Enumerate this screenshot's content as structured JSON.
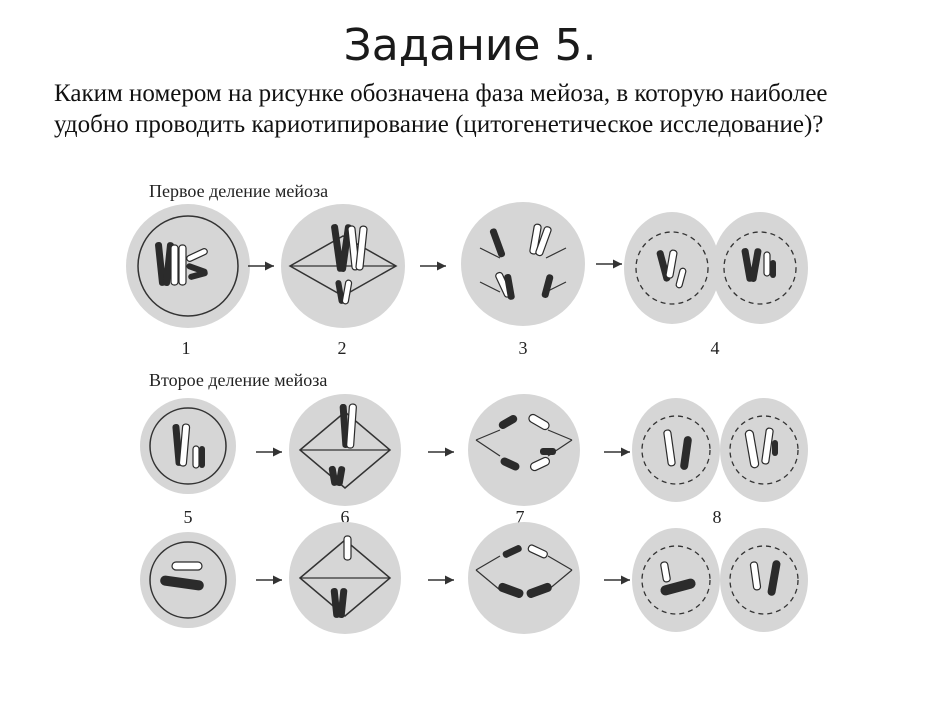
{
  "title": "Задание 5.",
  "question": "Каким номером на рисунке обозначена фаза мейоза, в которую наиболее удобно проводить кариотипирование (цитогенетическое исследование)?",
  "diagram": {
    "first_division_label": "Первое деление мейоза",
    "second_division_label": "Второе деление мейоза",
    "numbers": [
      "1",
      "2",
      "3",
      "4",
      "5",
      "6",
      "7",
      "8"
    ]
  },
  "colors": {
    "cell_fill": "#d6d6d6",
    "outline": "#333333",
    "chromosome_dark": "#2b2b2b",
    "chromosome_light": "#ffffff"
  }
}
